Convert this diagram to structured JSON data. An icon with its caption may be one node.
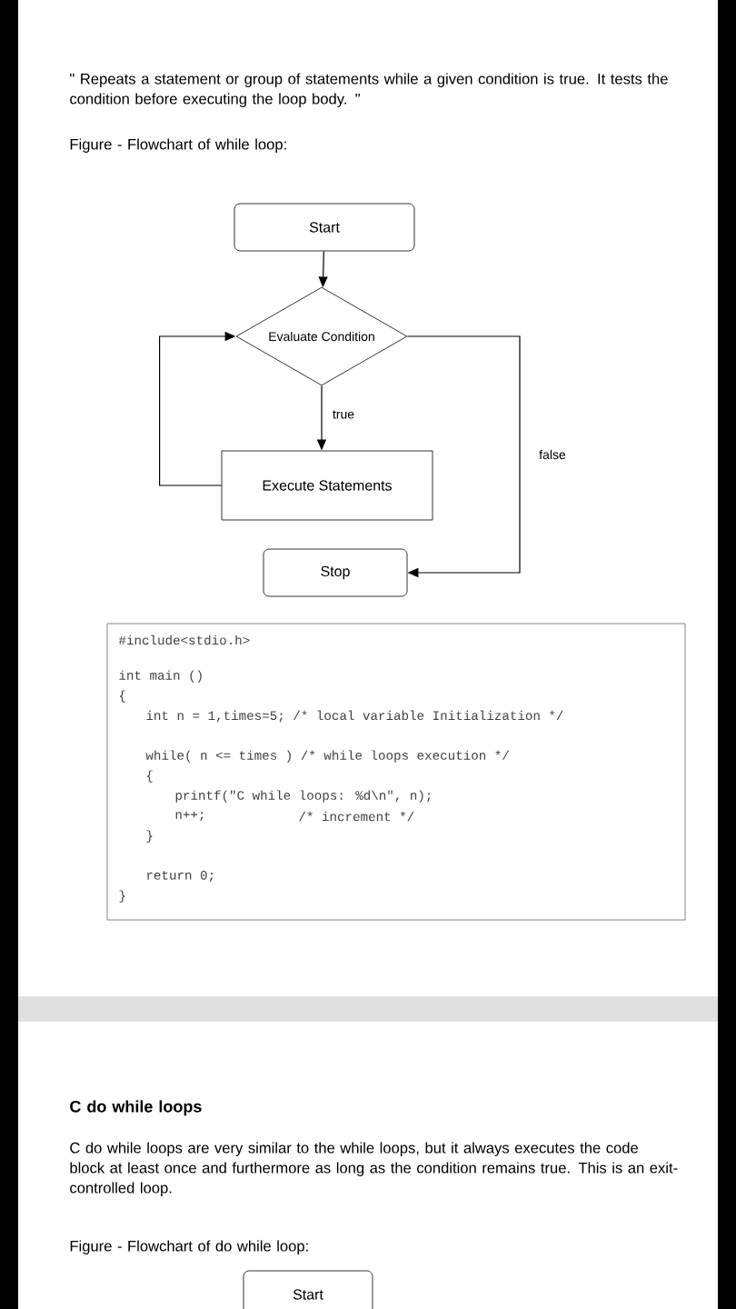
{
  "diagram": {
    "nodes": [
      {
        "text": [
          "Start"
        ]
      },
      {
        "text": [
          "Evaluate Condition"
        ]
      },
      {
        "text": [
          "Execute Statements"
        ]
      },
      {
        "text": [
          "Stop"
        ]
      },
      {
        "text": [
          "#include<stdio.h>",
          "int main ()",
          "{",
          "int n = 1,times=5; /* local variable Initialization */",
          "while( n <= times ) /* while loops execution */",
          "{",
          "printf(\"C while loops: %d\\n\", n);",
          "n++;",
          "/* increment */",
          "}",
          "return 0;",
          "}"
        ]
      },
      {
        "text": [
          "Start"
        ]
      }
    ],
    "edges": [
      {
        "from": 0,
        "to": 1,
        "arrow": "to"
      },
      {
        "from": 1,
        "to": 2,
        "arrow": "to",
        "label": "true"
      },
      {
        "from": 2,
        "to": 1,
        "arrow": "to"
      },
      {
        "from": 1,
        "to": 3,
        "arrow": "to",
        "label": "false"
      }
    ],
    "labels": [
      "\" Repeats a statement or group of statements while a given condition is true. It tests the condition before executing the loop body. \"",
      "Figure - Flowchart of while loop:",
      "C do while loops",
      "C do while loops are very similar to the while loops, but it always executes the code block at least once and furthermore as long as the condition remains true. This is an exit-controlled loop.",
      "Figure - Flowchart of do while loop:"
    ]
  }
}
